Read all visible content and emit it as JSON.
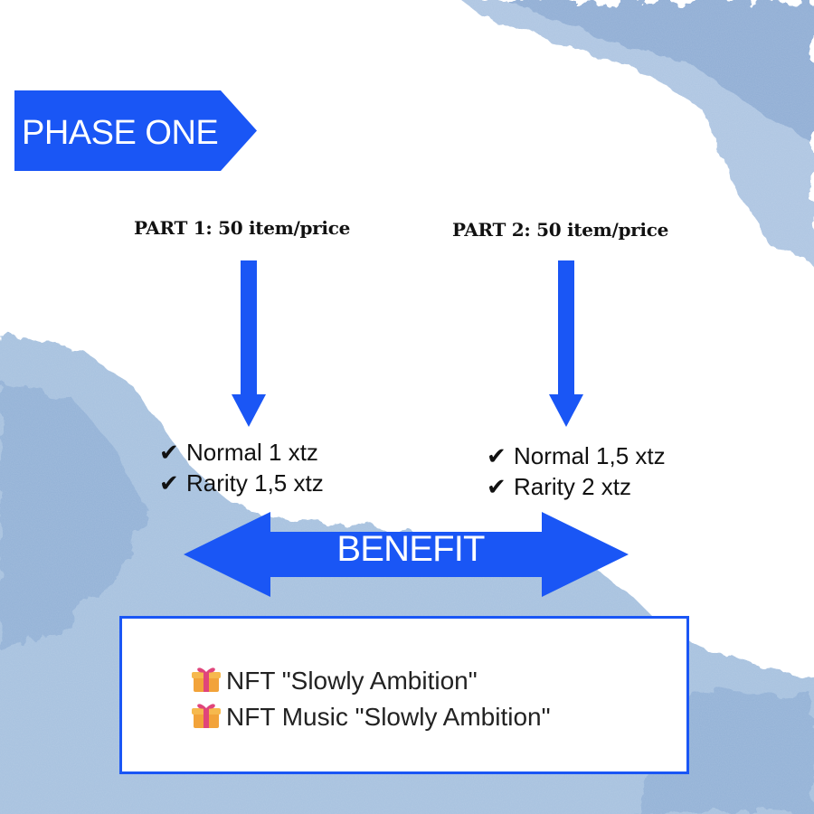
{
  "phase": {
    "title": "PHASE ONE"
  },
  "parts": [
    {
      "title": "PART 1: 50 item/price",
      "prices": [
        "Normal 1 xtz",
        "Rarity 1,5 xtz"
      ]
    },
    {
      "title": "PART 2: 50 item/price",
      "prices": [
        "Normal 1,5 xtz",
        "Rarity 2 xtz"
      ]
    }
  ],
  "benefit": {
    "label": "BENEFIT",
    "items": [
      "NFT \"Slowly Ambition\"",
      "NFT Music \"Slowly Ambition\""
    ]
  },
  "icons": {
    "check": "check-mark-icon",
    "gift": "gift-icon"
  },
  "colors": {
    "accent": "#1a56f5",
    "watercolor": "#8fb0d4",
    "text": "#111111"
  }
}
